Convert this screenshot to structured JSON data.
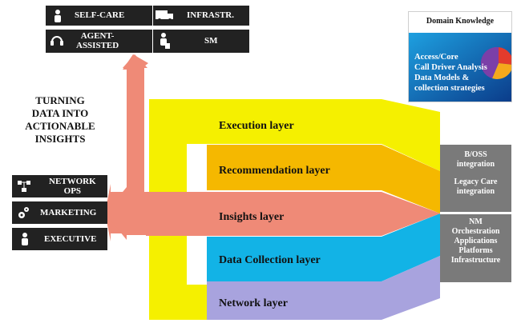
{
  "top_panel": {
    "self_care": "SELF-CARE",
    "infrastr": "INFRASTR.",
    "agent_assisted": "AGENT-\nASSISTED",
    "sm": "SM"
  },
  "heading": "TURNING\nDATA INTO\nACTIONABLE\nINSIGHTS",
  "left_panel": {
    "network_ops": "NETWORK\nOPS",
    "marketing": "MARKETING",
    "executive": "EXECUTIVE"
  },
  "layers": {
    "execution": "Execution layer",
    "recommendation": "Recommendation layer",
    "insights": "Insights layer",
    "data_collection": "Data Collection layer",
    "network": "Network layer"
  },
  "domain_knowledge": {
    "title": "Domain Knowledge",
    "body": "Access/Core\nCall Driver Analysis\nData Models &\ncollection strategies"
  },
  "right_boxes": {
    "boss": "B/OSS\nintegration",
    "legacy": "Legacy Care\nintegration",
    "nm_stack": "NM\nOrchestration\nApplications\nPlatforms\nInfrastructure"
  },
  "colors": {
    "yellow": "#f5f000",
    "orange": "#f5b800",
    "salmon": "#ef8a77",
    "cyan": "#12b3e6",
    "lavender": "#a8a3de",
    "gray": "#7a7a7a",
    "dark": "#222222"
  }
}
